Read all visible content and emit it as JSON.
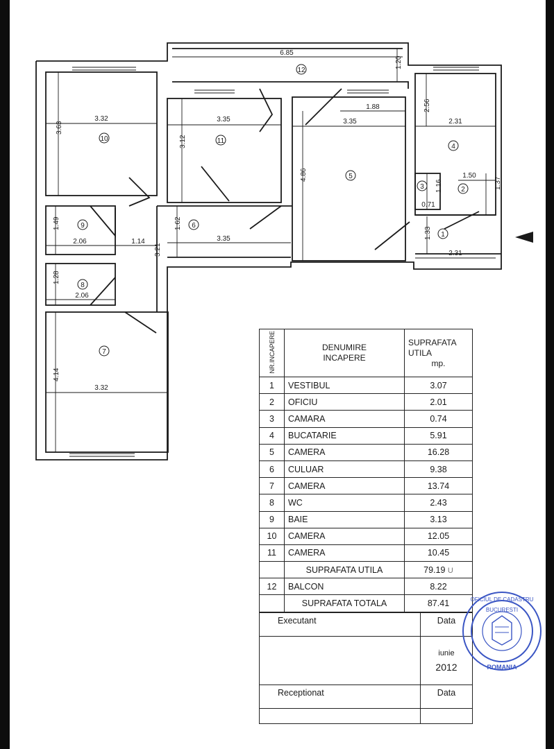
{
  "plan": {
    "room_numbers": [
      "1",
      "2",
      "3",
      "4",
      "5",
      "6",
      "7",
      "8",
      "9",
      "10",
      "11",
      "12"
    ],
    "dimensions": [
      "6.85",
      "1.20",
      "1.88",
      "3.35",
      "3.32",
      "3.63",
      "3.35",
      "3.12",
      "2.56",
      "2.31",
      "4.86",
      "1.50",
      "1.16",
      "1.37",
      "0.71",
      "1.33",
      "2.31",
      "1.49",
      "2.06",
      "1.14",
      "1.62",
      "3.35",
      "3.21",
      "1.28",
      "2.06",
      "4.14",
      "3.32"
    ]
  },
  "table": {
    "header": {
      "nr": "NR.INCAPERE",
      "name_line1": "DENUMIRE",
      "name_line2": "INCAPERE",
      "area_line1": "SUPRAFATA",
      "area_line2": "UTILA",
      "unit": "mp."
    },
    "rows": [
      {
        "nr": "1",
        "name": "VESTIBUL",
        "area": "3.07"
      },
      {
        "nr": "2",
        "name": "OFICIU",
        "area": "2.01"
      },
      {
        "nr": "3",
        "name": "CAMARA",
        "area": "0.74"
      },
      {
        "nr": "4",
        "name": "BUCATARIE",
        "area": "5.91"
      },
      {
        "nr": "5",
        "name": "CAMERA",
        "area": "16.28"
      },
      {
        "nr": "6",
        "name": "CULUAR",
        "area": "9.38"
      },
      {
        "nr": "7",
        "name": "CAMERA",
        "area": "13.74"
      },
      {
        "nr": "8",
        "name": "WC",
        "area": "2.43"
      },
      {
        "nr": "9",
        "name": "BAIE",
        "area": "3.13"
      },
      {
        "nr": "10",
        "name": "CAMERA",
        "area": "12.05"
      },
      {
        "nr": "11",
        "name": "CAMERA",
        "area": "10.45"
      }
    ],
    "useful_total": {
      "label": "SUPRAFATA UTILA",
      "area": "79.19",
      "mark": "U"
    },
    "balcony": {
      "nr": "12",
      "name": "BALCON",
      "area": "8.22"
    },
    "grand_total": {
      "label": "SUPRAFATA TOTALA",
      "area": "87.41"
    }
  },
  "signatures": {
    "executant": "Executant",
    "data_label_1": "Data",
    "date_line1": "iunie",
    "date_line2": "2012",
    "receptionat": "Receptionat",
    "data_label_2": "Data"
  },
  "stamp": {
    "top_text": "OFICIUL DE CADASTRU",
    "city": "BUCURESTI",
    "country": "ROMANIA"
  }
}
